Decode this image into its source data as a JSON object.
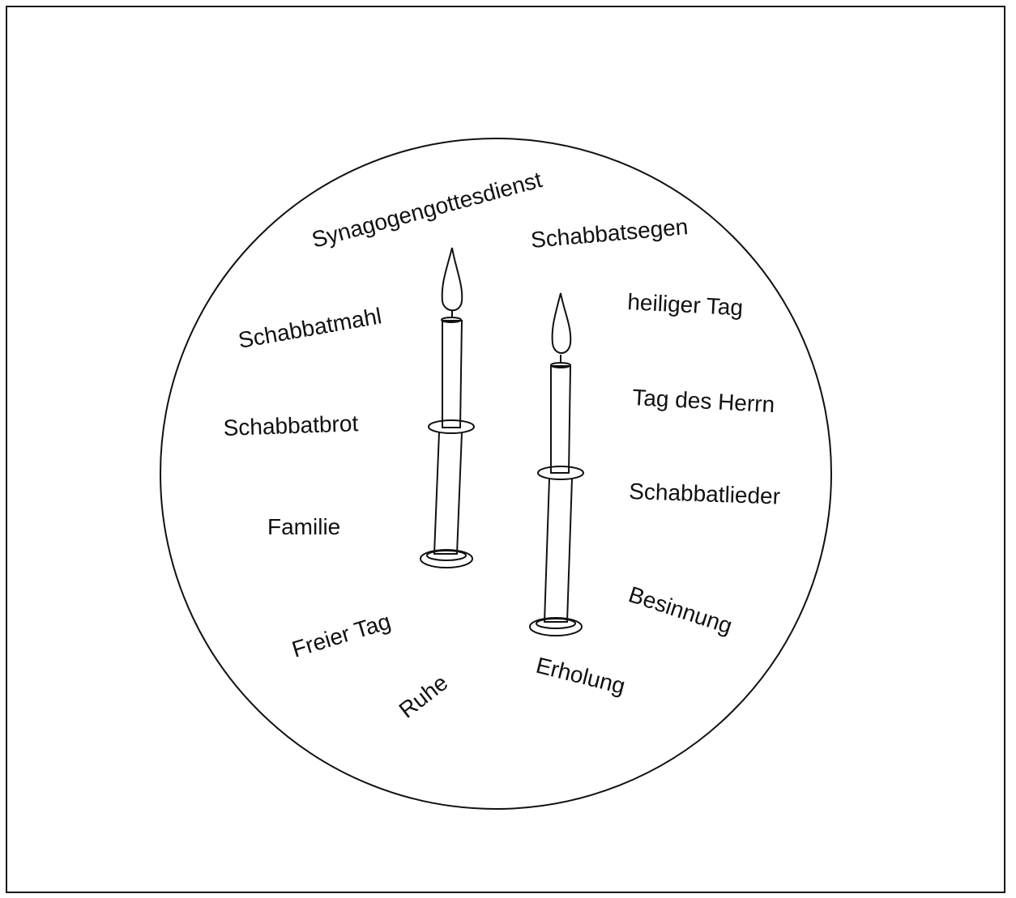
{
  "diagram": {
    "words": {
      "synagogue_service": "Synagogengottesdienst",
      "sabbath_blessing": "Schabbatsegen",
      "holy_day": "heiliger Tag",
      "sabbath_meal": "Schabbatmahl",
      "day_of_lord": "Tag des Herrn",
      "sabbath_bread": "Schabbatbrot",
      "sabbath_songs": "Schabbatlieder",
      "family": "Familie",
      "reflection": "Besinnung",
      "free_day": "Freier Tag",
      "recreation": "Erholung",
      "rest": "Ruhe"
    },
    "colors": {
      "ink": "#111111",
      "background": "#ffffff"
    },
    "icons": [
      "candle-icon",
      "candle-icon"
    ]
  }
}
